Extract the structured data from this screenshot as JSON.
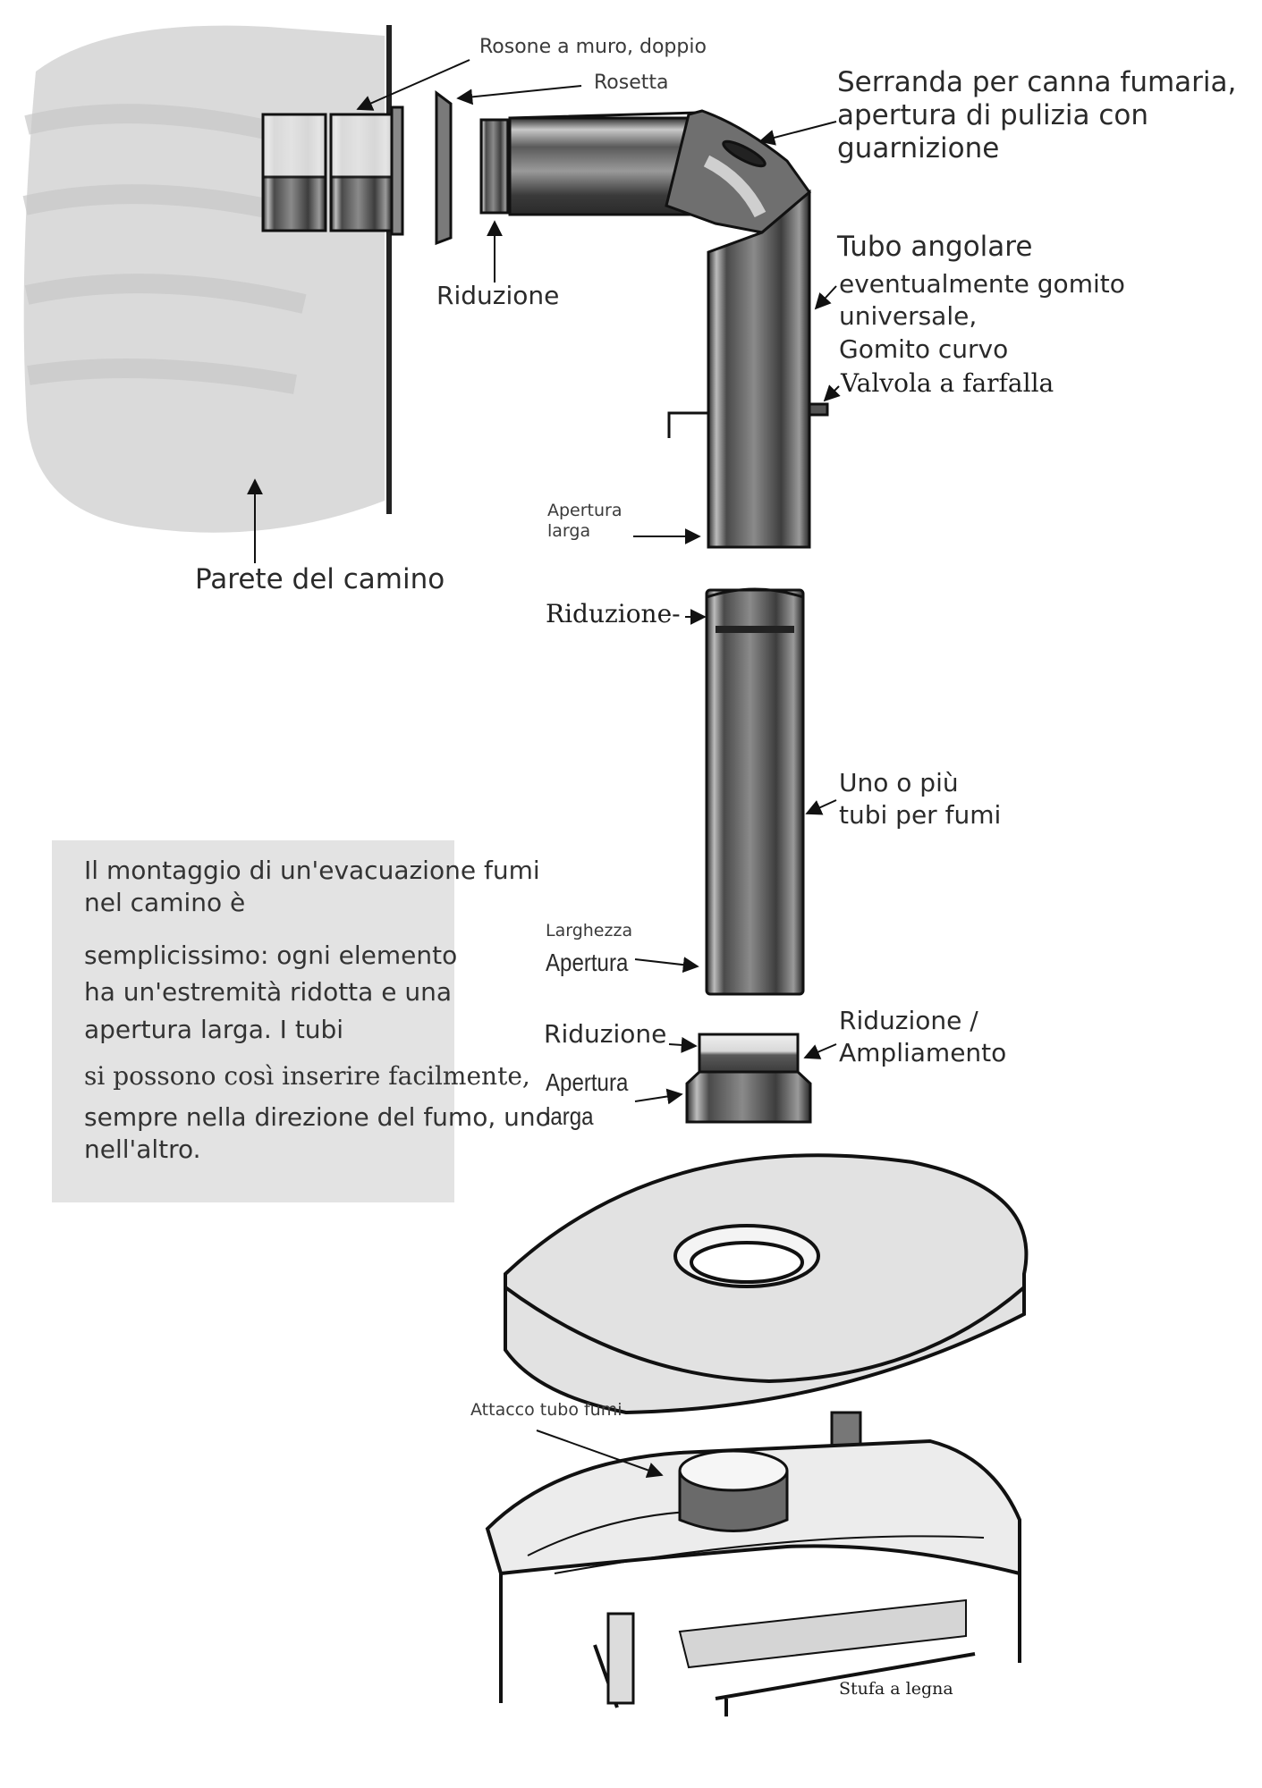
{
  "labels": {
    "rosone": "Rosone a muro, doppio",
    "rosetta": "Rosetta",
    "serranda": "Serranda per canna fumaria,\napertura di pulizia con\nguarnizione",
    "riduzione_top": "Riduzione",
    "tubo_angolare": "Tubo angolare",
    "gomito": "eventualmente gomito universale,\nGomito curvo",
    "valvola": "Valvola a farfalla",
    "apertura_larga_1": "Apertura\nlarga",
    "parete": "Parete del camino",
    "riduzione_mid": "Riduzione-",
    "tubi_fumi": "Uno o più\ntubi per fumi",
    "larghezza": "Larghezza",
    "apertura_2": "Apertura",
    "riduzione_low": "Riduzione",
    "ampliamento": "Riduzione /\nAmpliamento",
    "apertura_larga_3": "Apertura\nlarga",
    "attacco": "Attacco tubo fumi",
    "stufa": "Stufa a legna"
  },
  "note": {
    "line1": "Il montaggio di un'evacuazione fumi\nnel camino è",
    "line2": "semplicissimo: ogni elemento\nha un'estremità ridotta e una\napertura larga. I tubi",
    "line3": "si possono così inserire facilmente,",
    "line4": "sempre nella direzione del fumo, uno\nnell'altro."
  }
}
